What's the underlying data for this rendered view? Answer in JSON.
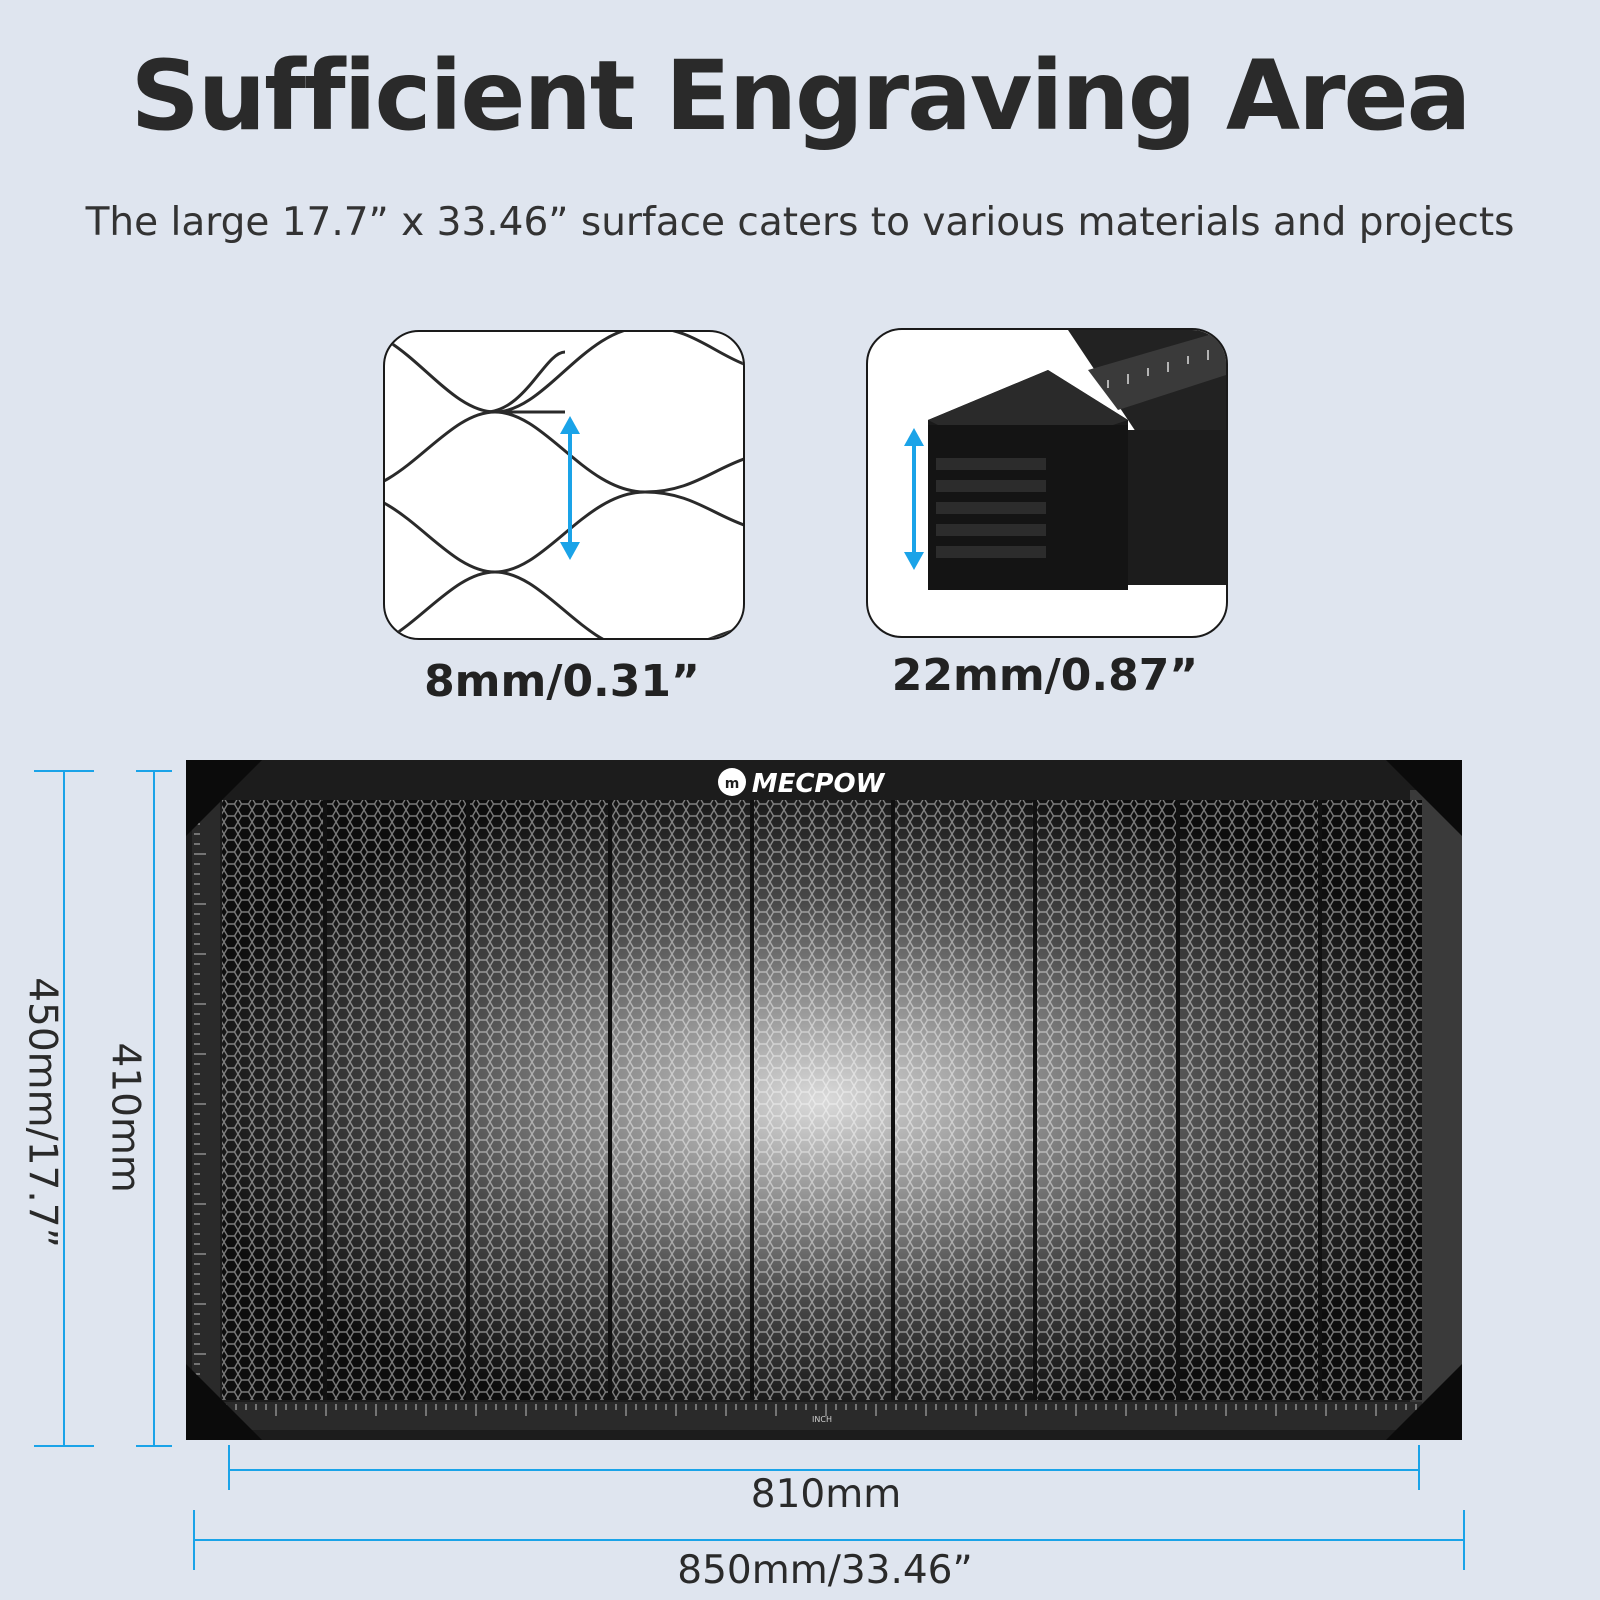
{
  "title": "Sufficient Engraving Area",
  "subtitle": "The large 17.7” x 33.46” surface caters to various materials and projects",
  "details": [
    {
      "caption": "8mm/0.31”",
      "icon": "honeycomb-cell-height-icon"
    },
    {
      "caption": "22mm/0.87”",
      "icon": "frame-corner-height-icon"
    }
  ],
  "product": {
    "brand": "MECPOW",
    "logo_icon": "mecpow-logo-icon",
    "ruler_unit": "INCH"
  },
  "dimensions": {
    "inner_width": "810mm",
    "outer_width": "850mm/33.46”",
    "outer_height": "450mm/17.7”",
    "inner_height": "410mm"
  },
  "colors": {
    "accent": "#1aa3e8",
    "background": "#dfe5ef",
    "frame": "#1c1c1c"
  }
}
